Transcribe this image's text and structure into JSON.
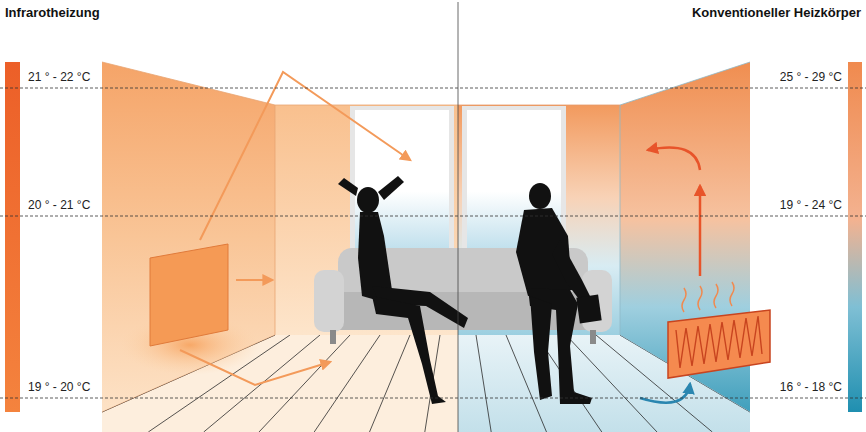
{
  "diagram": {
    "labels": [
      "Infrarotheizung",
      "Konventioneller Heizkörper",
      "21 ° - 22 °C",
      "25 ° - 29 °C",
      "20 ° - 21 °C",
      "19 ° - 24 °C",
      "19 ° - 20 °C",
      "16 ° - 18 °C"
    ]
  }
}
